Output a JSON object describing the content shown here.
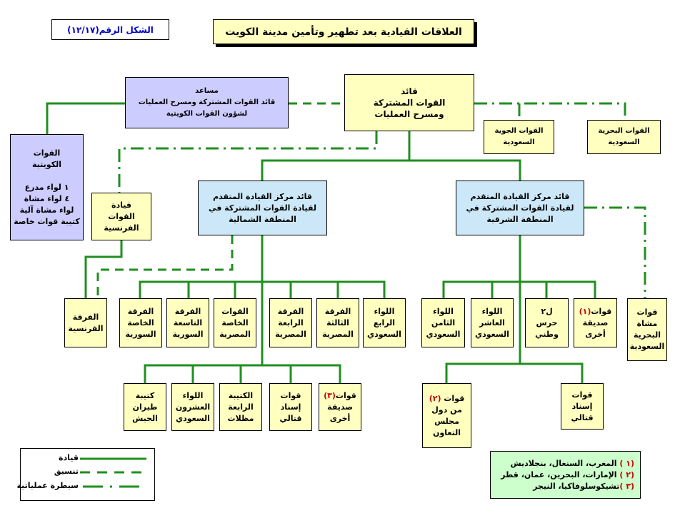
{
  "figure_label": "الشكل الرقم(١٢/١٧)",
  "title": "العلاقات القيادية بعد تطهير وتأمين مدينة الكويت",
  "colors": {
    "line": "#1f8f1f",
    "yellow": "#ffffc0",
    "lavender": "#ccccff",
    "lightblue": "#cce8f8",
    "notes": "#ccffcc",
    "marker": "#cc0000"
  },
  "boxes": {
    "commander": "قائد\nالقوات المشتركة\nومسرح العمليات",
    "assistant": "مساعد\nقائد القوات المشتركة ومسرح العمليات\nلشؤون القوات الكويتية",
    "kuwaiti": "القوات\nالكويتية\n\n١ لواء مدرع\n٤ لواء مشاة\nلواء مشاة آلية\nكتيبة قوات خاصة",
    "saudi_air": "القوات الجوية\nالسعودية",
    "saudi_navy": "القوات البحرية\nالسعودية",
    "french_command": "قيادة\nالقوات\nالفرنسية",
    "north_hq": "قائد مركز القيادة المتقدم\nلقيادة القوات المشتركة في\nالمنطقة الشمالية",
    "east_hq": "قائد مركز القيادة المتقدم\nلقيادة القوات المشتركة في\nالمنطقة الشرقية",
    "french_div": "الفرقة\nالفرنسية",
    "north_units": [
      "الفرقة\nالخاصة\nالسورية",
      "الفرقة\nالتاسعة\nالسورية",
      "القوات\nالخاصة\nالمصرية",
      "الفرقة\nالرابعة\nالمصرية",
      "الفرقة\nالثالثة\nالمصرية",
      "اللواء\nالرابع\nالسعودي"
    ],
    "east_units": [
      "اللواء\nالثامن\nالسعودي",
      "اللواء\nالعاشر\nالسعودي",
      "ل٢\nحرس\nوطني",
      "صديقة\nأخرى"
    ],
    "east_friendly_head": "قوات",
    "east_friendly_marker": "(١)",
    "navy_infantry": "قوات\nمشاة\nالبحرية\nالسعودية",
    "north_sub_units": [
      "كتيبة\nطيران\nالجيش",
      "اللواء\nالعشرون\nالسعودي",
      "الكتيبة\nالرابعة\nمظلات",
      "قوات\nإسناد\nقتالي",
      "صديقة\nأخرى"
    ],
    "north_friendly_head": "قوات",
    "north_friendly_marker": "(٣)",
    "gcc_head": "قوات ",
    "gcc_marker": "(٢)",
    "gcc_rest": "من دول\nمجلس\nالتعاون",
    "east_support": "قوات\nإسناد\nقتالي"
  },
  "notes": [
    {
      "marker": "(١ )",
      "text": " المغرب، السنغال، بنجلاديش"
    },
    {
      "marker": "(٢ )",
      "text": " الإمارات، البحرين، عمان، قطر"
    },
    {
      "marker": "(٣ )",
      "text": "تشيكوسلوفاكيا، النيجر"
    }
  ],
  "legend": [
    {
      "label": "قيادة",
      "style": "solid"
    },
    {
      "label": "تنسيق",
      "style": "dashed"
    },
    {
      "label": "سيطرة عملياتية",
      "style": "dash-dot"
    }
  ]
}
